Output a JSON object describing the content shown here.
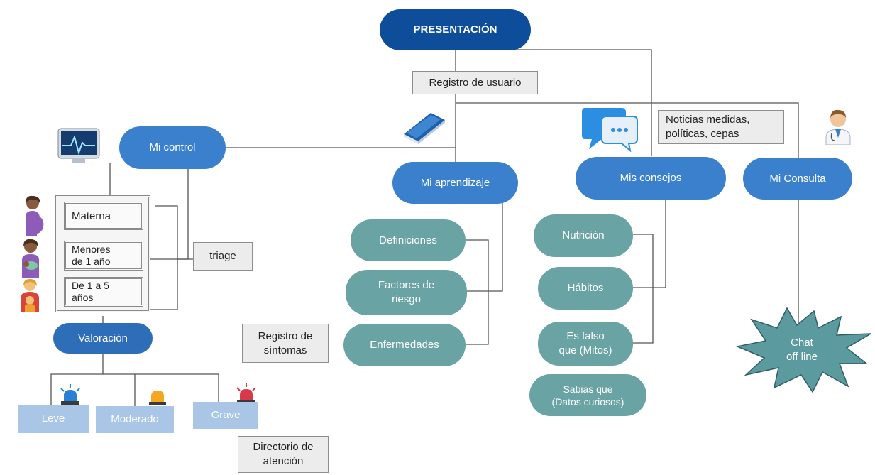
{
  "root": "PRESENTACIÓN",
  "registro_usuario": "Registro de usuario",
  "noticias": "Noticias medidas,\npolíticas, cepas",
  "mi_control": {
    "label": "Mi control",
    "groups": [
      "Materna",
      "Menores\nde 1 año",
      "De 1 a 5\naños"
    ],
    "triage": "triage",
    "valoracion": "Valoración",
    "registro_sintomas": "Registro de\nsíntomas",
    "severity": [
      "Leve",
      "Moderado",
      "Grave"
    ],
    "directorio": "Directorio de\natención"
  },
  "mi_aprendizaje": {
    "label": "Mi aprendizaje",
    "items": [
      "Definiciones",
      "Factores de\nriesgo",
      "Enfermedades"
    ]
  },
  "mis_consejos": {
    "label": "Mis consejos",
    "items": [
      "Nutrición",
      "Hábitos",
      "Es falso\nque (Mitos)",
      "Sabias que\n(Datos curiosos)"
    ]
  },
  "mi_consulta": {
    "label": "Mi Consulta",
    "chat": "Chat\noff line"
  },
  "icons": [
    "monitor-icon",
    "book-icon",
    "chat-bubble-icon",
    "doctor-icon",
    "pregnant-woman-icon",
    "mother-baby-icon",
    "mother-child-icon",
    "siren-blue-icon",
    "siren-orange-icon",
    "siren-red-icon"
  ],
  "colors": {
    "dark": "#0e4d9a",
    "blue": "#3a80cc",
    "teal": "#6aa3a3",
    "light_blue": "#a9c6e6"
  }
}
